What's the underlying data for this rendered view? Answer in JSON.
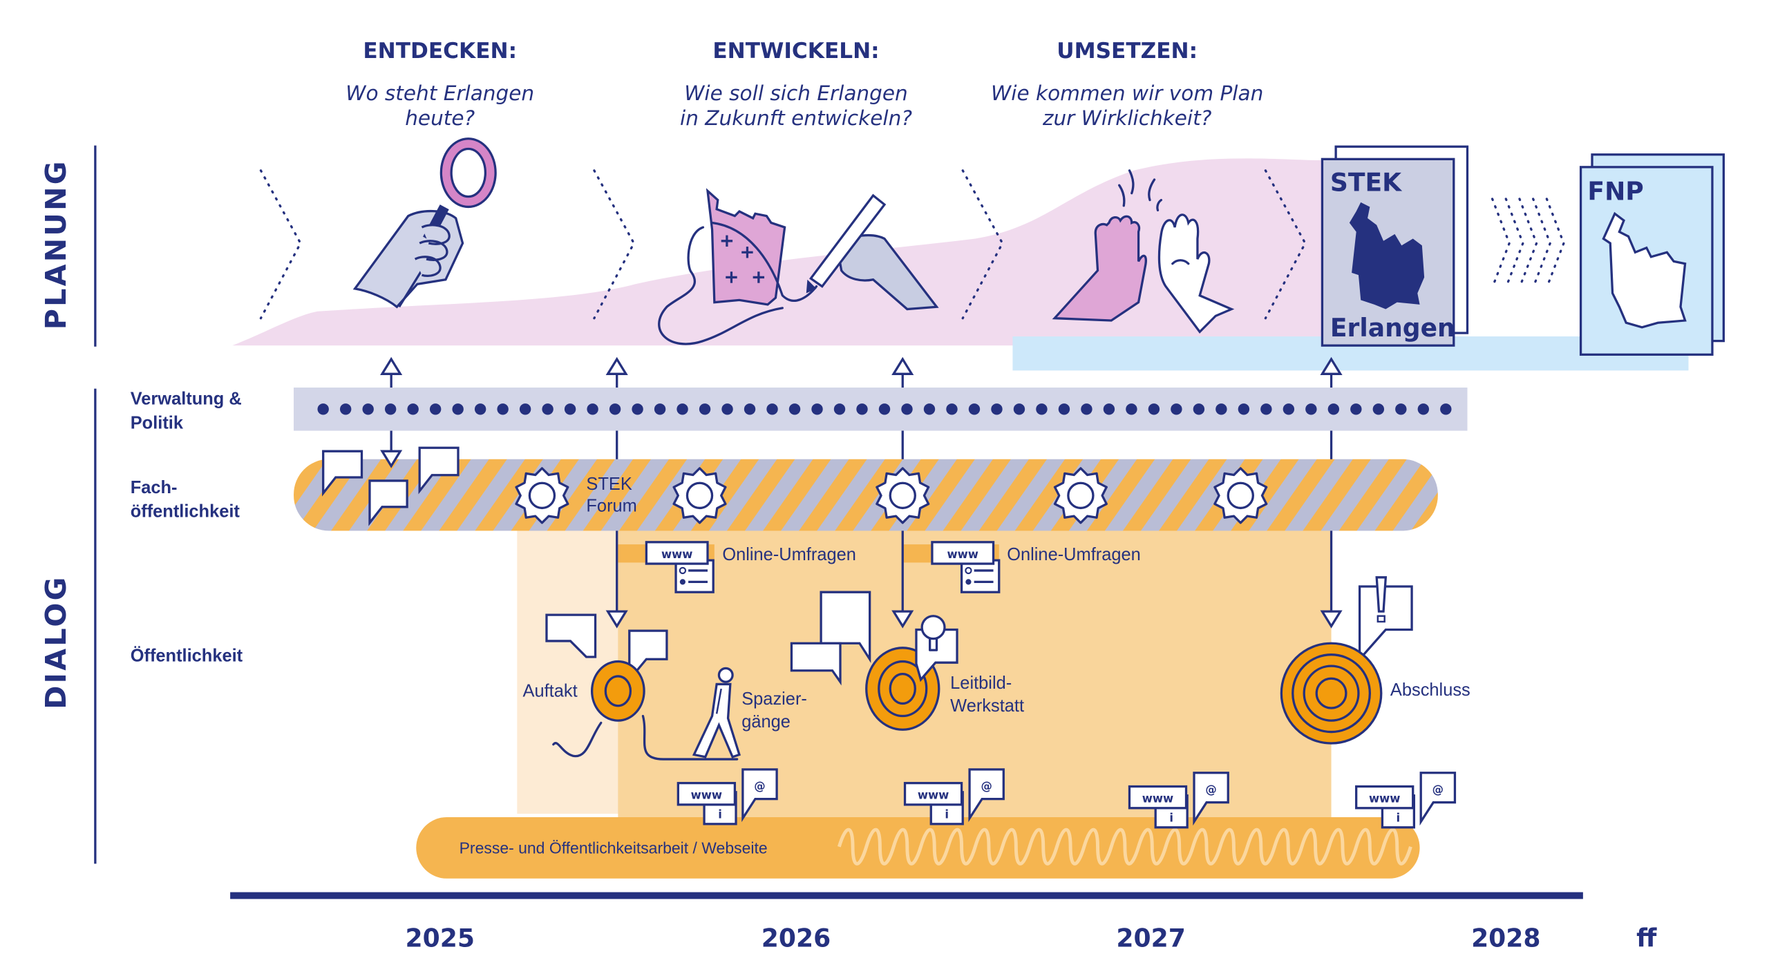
{
  "colors": {
    "navy": "#25317f",
    "pink_band": "#f1dbee",
    "pink_fill": "#dfa6d6",
    "lavender": "#cbcfe3",
    "light_blue": "#cde8fa",
    "orange_strong": "#f39c0d",
    "orange_band": "#f5b550",
    "orange_light": "#f9d59b",
    "orange_pale": "#fdebd4"
  },
  "phases": [
    {
      "title": "ENTDECKEN:",
      "question_line1": "Wo steht Erlangen",
      "question_line2": "heute?",
      "icon": "magnifier-hand-icon"
    },
    {
      "title": "ENTWICKELN:",
      "question_line1": "Wie soll sich Erlangen",
      "question_line2": "in Zukunft entwickeln?",
      "icon": "drawing-hand-map-icon"
    },
    {
      "title": "UMSETZEN:",
      "question_line1": "Wie kommen wir vom Plan",
      "question_line2": "zur Wirklichkeit?",
      "icon": "high-five-icon"
    }
  ],
  "sections": {
    "planung": "PLANUNG",
    "dialog": "DIALOG"
  },
  "documents": {
    "stek": {
      "title": "STEK",
      "subtitle": "Erlangen",
      "icon": "erlangen-map-icon"
    },
    "fnp": {
      "title": "FNP",
      "icon": "erlangen-outline-icon"
    }
  },
  "rows": {
    "verwaltung_line1": "Verwaltung &",
    "verwaltung_line2": "Politik",
    "fach_line1": "Fach-",
    "fach_line2": "öffentlichkeit",
    "oeffentlichkeit": "Öffentlichkeit"
  },
  "events": {
    "stek_forum_line1": "STEK",
    "stek_forum_line2": "Forum",
    "online_umfragen_1": "Online-Umfragen",
    "online_umfragen_2": "Online-Umfragen",
    "auftakt": "Auftakt",
    "spaziergaenge_line1": "Spazier-",
    "spaziergaenge_line2": "gänge",
    "leitbild_line1": "Leitbild-",
    "leitbild_line2": "Werkstatt",
    "abschluss": "Abschluss",
    "presse": "Presse- und Öffentlichkeitsarbeit / Webseite"
  },
  "icon_text": {
    "www": "www",
    "info": "i",
    "at": "@"
  },
  "timeline": {
    "years": [
      "2025",
      "2026",
      "2027",
      "2028"
    ],
    "suffix": "ff"
  }
}
